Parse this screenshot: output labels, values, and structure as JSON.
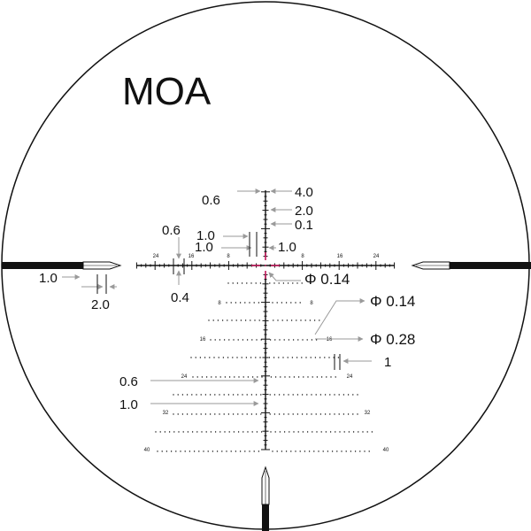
{
  "title": "MOA",
  "ticks": {
    "horizontal": [
      "24",
      "16",
      "8",
      "8",
      "16",
      "24"
    ],
    "rows": [
      {
        "left": "8",
        "right": "8"
      },
      {
        "left": "16",
        "right": "16"
      },
      {
        "left": "24",
        "right": "24"
      },
      {
        "left": "32",
        "right": "32"
      },
      {
        "left": "40",
        "right": "40"
      }
    ]
  },
  "callouts": {
    "top_0_6": "0.6",
    "top_4_0": "4.0",
    "top_2_0": "2.0",
    "top_0_1": "0.1",
    "left_0_6": "0.6",
    "inner_1_0_a": "1.0",
    "inner_1_0_b": "1.0",
    "inner_1_0_c": "1.0",
    "left_0_4": "0.4",
    "center_phi": "Φ 0.14",
    "right_phi_014": "Φ 0.14",
    "right_phi_028": "Φ 0.28",
    "right_1": "1",
    "low_0_6": "0.6",
    "low_1_0": "1.0",
    "post_1_0": "1.0",
    "post_2_0": "2.0"
  },
  "colors": {
    "ink": "#111111",
    "leader": "#9a9a9a",
    "center": "#c2185b"
  }
}
